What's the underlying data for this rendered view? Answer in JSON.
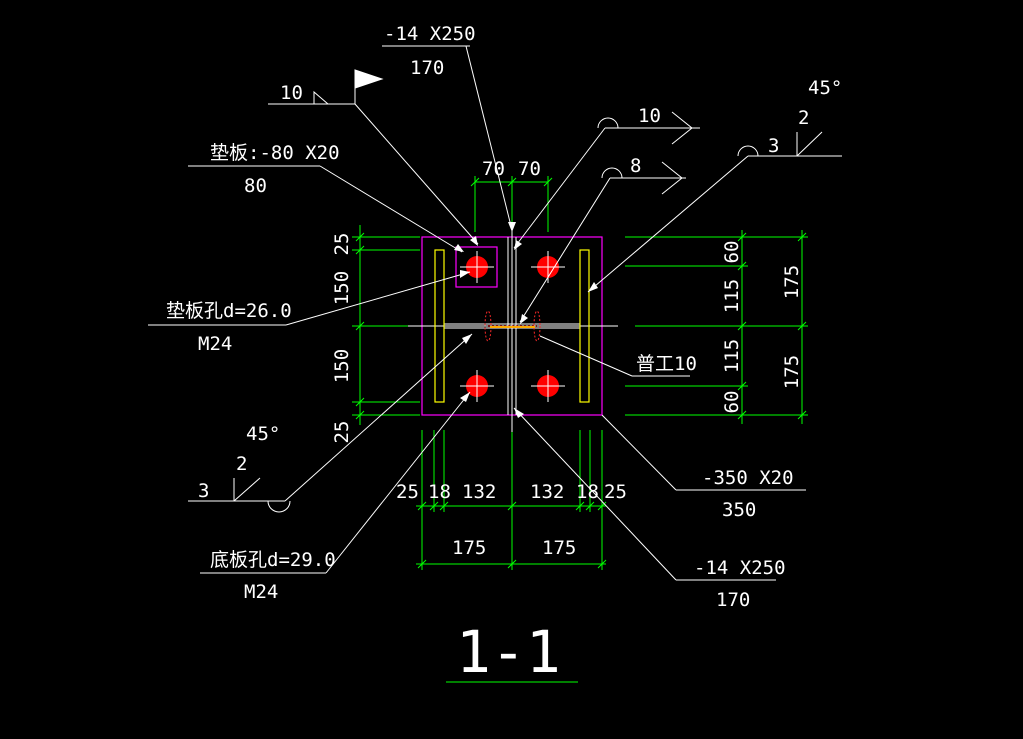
{
  "colors": {
    "background": "#000000",
    "leader": "#ffffff",
    "dimension": "#00ff00",
    "plate": "#ff00ff",
    "bolt": "#ff0000",
    "stiffener": "#ffff00",
    "weld": "#ff2a2a"
  },
  "drawing": {
    "section_title": "1-1",
    "top_plate_callout": {
      "spec": "-14 X250",
      "length": "170"
    },
    "bottom_plate_callout": {
      "spec": "-14 X250",
      "length": "170"
    },
    "base_plate_callout": {
      "spec": "-350 X20",
      "length": "350"
    },
    "washer_callout": {
      "spec": "垫板:-80 X20",
      "length": "80"
    },
    "washer_hole_callout": {
      "spec": "垫板孔d=26.0",
      "bolt": "M24"
    },
    "base_hole_callout": {
      "spec": "底板孔d=29.0",
      "bolt": "M24"
    },
    "beam_label": "普工10",
    "weld_symbols": {
      "top_left_size": "10",
      "top_right_size": "10",
      "middle_right_size": "8",
      "right_angle": "45°",
      "right_depth": "2",
      "right_gap": "3",
      "left_angle": "45°",
      "left_depth": "2",
      "left_gap": "3"
    },
    "dims": {
      "top_left": "70",
      "top_right": "70",
      "left_top_edge": "25",
      "left_upper": "150",
      "left_lower": "150",
      "left_bottom_edge": "25",
      "right_inner_top": "60",
      "right_inner_upper": "115",
      "right_inner_lower": "115",
      "right_inner_bottom": "60",
      "right_outer_top": "175",
      "right_outer_bottom": "175",
      "bottom_row": [
        "25",
        "18",
        "132",
        "132",
        "18",
        "25"
      ],
      "bottom_totals": [
        "175",
        "175"
      ]
    }
  }
}
